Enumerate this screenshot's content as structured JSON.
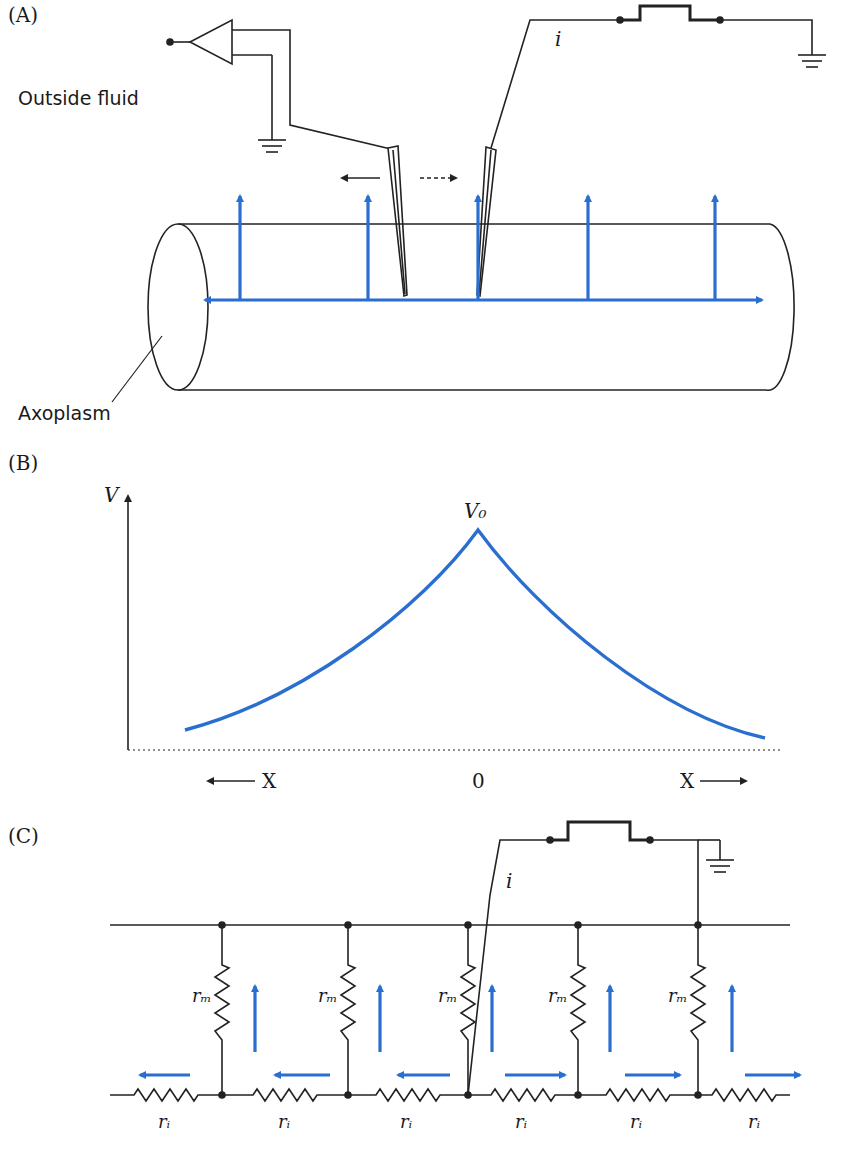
{
  "diagram": {
    "labels": [
      "(A)",
      "i",
      "Outside fluid",
      "Axoplasm",
      "(B)",
      "V",
      "V₀",
      "X",
      "0",
      "X",
      "(C)",
      "i",
      "rₘ",
      "rₘ",
      "rₘ",
      "rₘ",
      "rₘ",
      "rᵢ",
      "rᵢ",
      "rᵢ",
      "rᵢ",
      "rᵢ",
      "rᵢ"
    ]
  }
}
